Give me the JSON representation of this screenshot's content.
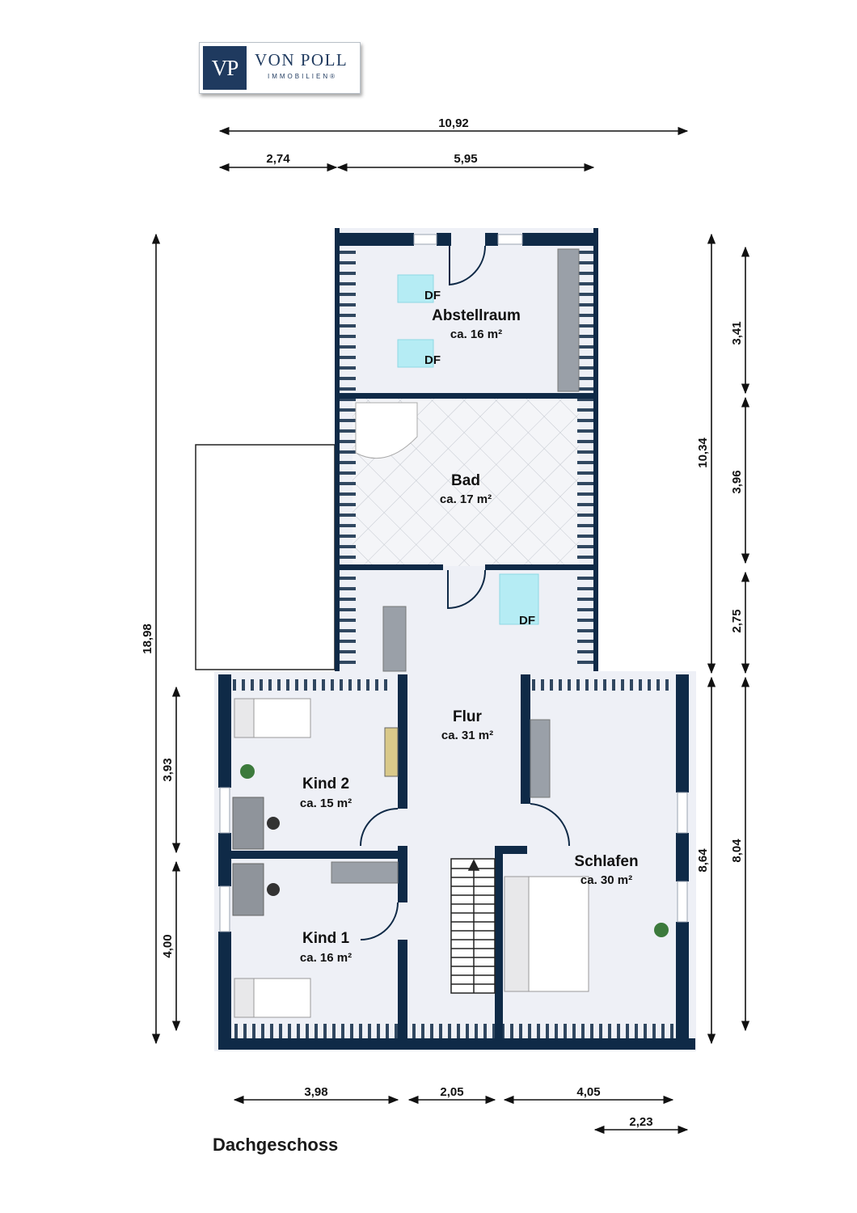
{
  "brand": {
    "logo_mark": "VP",
    "logo_name": "VON POLL",
    "logo_sub": "IMMOBILIEN®",
    "color_dark": "#1f3a5f",
    "color_wall": "#0f2a47"
  },
  "floor_title": "Dachgeschoss",
  "rooms": {
    "abstellraum": {
      "name": "Abstellraum",
      "area": "ca. 16 m²"
    },
    "bad": {
      "name": "Bad",
      "area": "ca. 17 m²"
    },
    "flur": {
      "name": "Flur",
      "area": "ca. 31 m²"
    },
    "kind2": {
      "name": "Kind 2",
      "area": "ca. 15 m²"
    },
    "kind1": {
      "name": "Kind 1",
      "area": "ca. 16 m²"
    },
    "schlafen": {
      "name": "Schlafen",
      "area": "ca. 30 m²"
    }
  },
  "skylights": {
    "label": "DF"
  },
  "dimensions": {
    "top_total": "10,92",
    "top_left": "2,74",
    "top_right": "5,95",
    "left_total": "18,98",
    "left_kind2": "3,93",
    "left_kind1": "4,00",
    "right_inner_total": "10,34",
    "right_outer_1": "3,41",
    "right_outer_2": "3,96",
    "right_outer_3": "2,75",
    "right_outer_4": "8,04",
    "right_inner_lower": "8,64",
    "bottom_1": "3,98",
    "bottom_2": "2,05",
    "bottom_3": "4,05",
    "bottom_4": "2,23"
  }
}
